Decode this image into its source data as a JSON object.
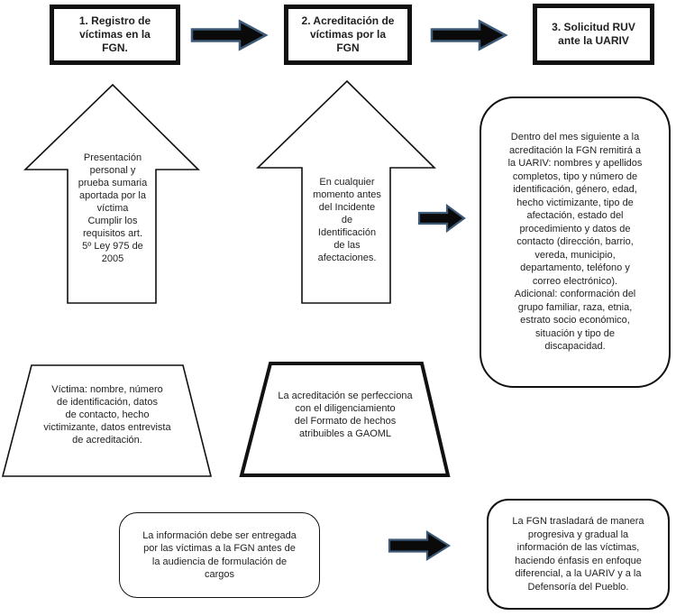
{
  "colors": {
    "background": "#ffffff",
    "border_black": "#111111",
    "arrow_fill": "#0a0a0a",
    "arrow_outline": "#3d5a78",
    "text": "#1f1f1f"
  },
  "steps": [
    {
      "label": "1. Registro de\nvíctimas en la\nFGN."
    },
    {
      "label": "2. Acreditación de\nvíctimas por la\nFGN"
    },
    {
      "label": "3. Solicitud RUV\nante la UARIV"
    }
  ],
  "up_arrows": [
    {
      "text": "Presentación\npersonal y\nprueba sumaria\naportada por la\nvíctima\nCumplir los\nrequisitos art.\n5º Ley 975 de\n2005"
    },
    {
      "text": "En cualquier\nmomento antes\ndel Incidente\nde\nIdentificación\nde las\nafectaciones."
    }
  ],
  "notes": {
    "fgn_remision": "Dentro del mes siguiente a la\nacreditación la FGN remitirá a\nla UARIV: nombres y apellidos\ncompletos, tipo y número de\nidentificación, género, edad,\nhecho victimizante, tipo de\nafectación, estado del\nprocedimiento y datos de\ncontacto (dirección, barrio,\nvereda, municipio,\ndepartamento, teléfono y\ncorreo electrónico).\nAdicional: conformación del\ngrupo familiar, raza, etnia,\nestrato socio económico,\nsituación y tipo de\ndiscapacidad.",
    "victima_datos": "Víctima: nombre, número\nde identificación, datos\nde contacto, hecho\nvictimizante, datos entrevista\nde acreditación.",
    "acreditacion_formato": "La acreditación se perfecciona\ncon el diligenciamiento\ndel Formato de hechos\natribuibles a GAOML",
    "entrega_informacion": "La información debe ser entregada\npor las víctimas a la FGN antes de\nla audiencia de formulación de\ncargos",
    "traslado_informacion": "La FGN trasladará de manera\nprogresiva y gradual la\ninformación de las víctimas,\nhaciendo énfasis en enfoque\ndiferencial, a la UARIV y a la\nDefensoría del Pueblo."
  }
}
